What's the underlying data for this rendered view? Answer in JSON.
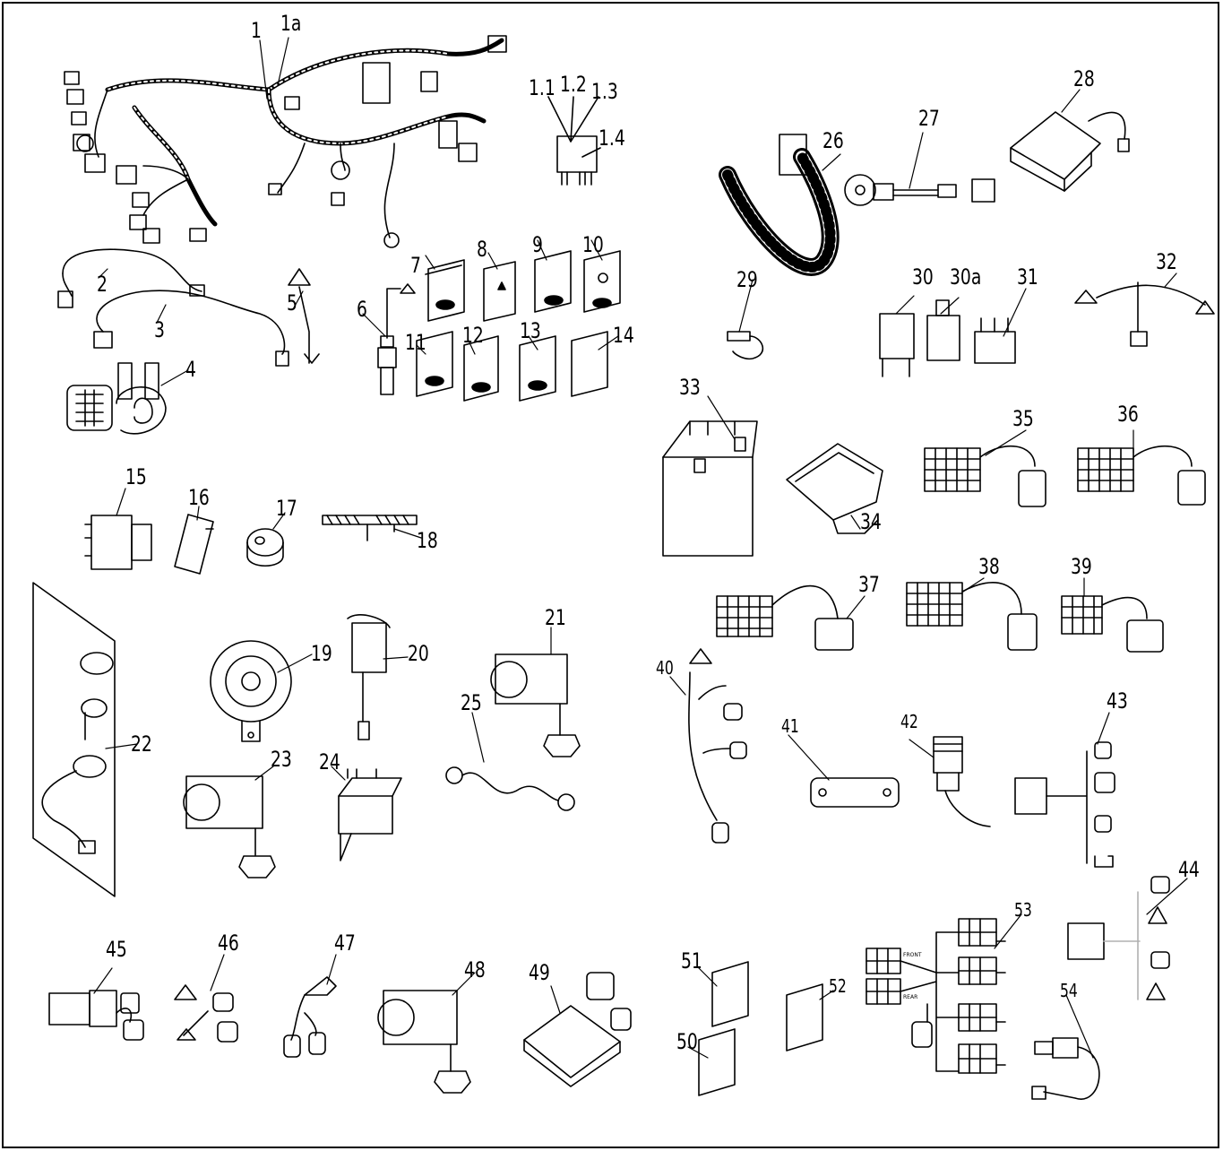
{
  "parts": [
    {
      "id": "p1",
      "label": "1"
    },
    {
      "id": "p1a",
      "label": "1a"
    },
    {
      "id": "p1_1",
      "label": "1.1"
    },
    {
      "id": "p1_2",
      "label": "1.2"
    },
    {
      "id": "p1_3",
      "label": "1.3"
    },
    {
      "id": "p1_4",
      "label": "1.4"
    },
    {
      "id": "p2",
      "label": "2"
    },
    {
      "id": "p3",
      "label": "3"
    },
    {
      "id": "p4",
      "label": "4"
    },
    {
      "id": "p5",
      "label": "5"
    },
    {
      "id": "p6",
      "label": "6"
    },
    {
      "id": "p7",
      "label": "7"
    },
    {
      "id": "p8",
      "label": "8"
    },
    {
      "id": "p9",
      "label": "9"
    },
    {
      "id": "p10",
      "label": "10"
    },
    {
      "id": "p11",
      "label": "11"
    },
    {
      "id": "p12",
      "label": "12"
    },
    {
      "id": "p13",
      "label": "13"
    },
    {
      "id": "p14",
      "label": "14"
    },
    {
      "id": "p15",
      "label": "15"
    },
    {
      "id": "p16",
      "label": "16"
    },
    {
      "id": "p17",
      "label": "17"
    },
    {
      "id": "p18",
      "label": "18"
    },
    {
      "id": "p19",
      "label": "19"
    },
    {
      "id": "p20",
      "label": "20"
    },
    {
      "id": "p21",
      "label": "21"
    },
    {
      "id": "p22",
      "label": "22"
    },
    {
      "id": "p23",
      "label": "23"
    },
    {
      "id": "p24",
      "label": "24"
    },
    {
      "id": "p25",
      "label": "25"
    },
    {
      "id": "p26",
      "label": "26"
    },
    {
      "id": "p27",
      "label": "27"
    },
    {
      "id": "p28",
      "label": "28"
    },
    {
      "id": "p29",
      "label": "29"
    },
    {
      "id": "p30",
      "label": "30"
    },
    {
      "id": "p30a",
      "label": "30a"
    },
    {
      "id": "p31",
      "label": "31"
    },
    {
      "id": "p32",
      "label": "32"
    },
    {
      "id": "p33",
      "label": "33"
    },
    {
      "id": "p34",
      "label": "34"
    },
    {
      "id": "p35",
      "label": "35"
    },
    {
      "id": "p36",
      "label": "36"
    },
    {
      "id": "p37",
      "label": "37"
    },
    {
      "id": "p38",
      "label": "38"
    },
    {
      "id": "p39",
      "label": "39"
    },
    {
      "id": "p40",
      "label": "40"
    },
    {
      "id": "p41",
      "label": "41"
    },
    {
      "id": "p42",
      "label": "42"
    },
    {
      "id": "p43",
      "label": "43"
    },
    {
      "id": "p44",
      "label": "44"
    },
    {
      "id": "p45",
      "label": "45"
    },
    {
      "id": "p46",
      "label": "46"
    },
    {
      "id": "p47",
      "label": "47"
    },
    {
      "id": "p48",
      "label": "48"
    },
    {
      "id": "p49",
      "label": "49"
    },
    {
      "id": "p50",
      "label": "50"
    },
    {
      "id": "p51",
      "label": "51"
    },
    {
      "id": "p52",
      "label": "52"
    },
    {
      "id": "p53",
      "label": "53"
    },
    {
      "id": "p54",
      "label": "54"
    }
  ],
  "switch_panel_text": {
    "front": "FRONT",
    "rear": "REAR"
  },
  "colors": {
    "ink": "#000000",
    "paper": "#ffffff",
    "lightline": "#b0b0b0"
  }
}
